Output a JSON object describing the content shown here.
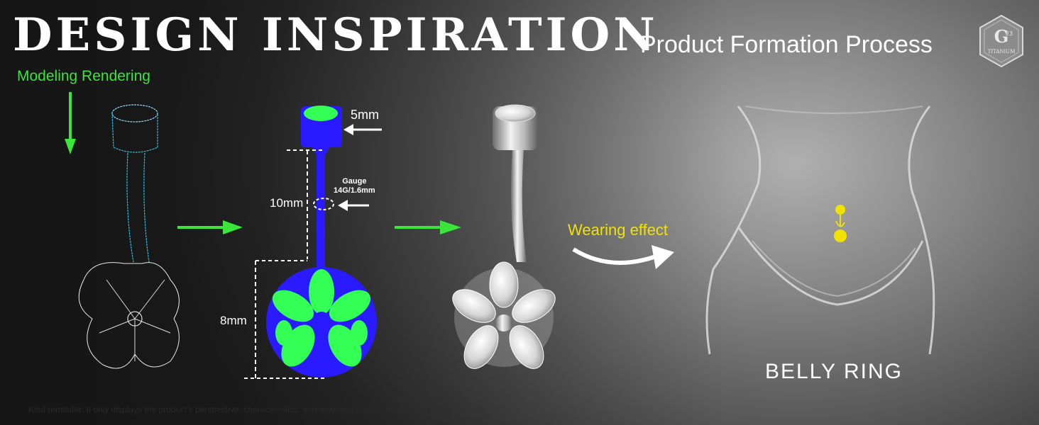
{
  "header": {
    "title": "DESIGN INSPIRATION",
    "subtitle": "Product Formation Process"
  },
  "steps": {
    "modeling": "Modeling Rendering",
    "wearing": "Wearing effect"
  },
  "dimensions": {
    "top_ball": "5mm",
    "bar_length": "10mm",
    "gauge_title": "Gauge",
    "gauge_value": "14G/1.6mm",
    "flower": "8mm"
  },
  "product_name": "BELLY RING",
  "footer": {
    "reminder": "Kind reminder: It only displays the product's perspective, characteristics, and modeling effect, regardless of color."
  },
  "logo": {
    "text": "TITANIUM",
    "mark": "G23"
  },
  "colors": {
    "green_accent": "#39e639",
    "yellow_accent": "#f2e200",
    "model_blue": "#2a1aff",
    "model_green": "#33ff55"
  }
}
